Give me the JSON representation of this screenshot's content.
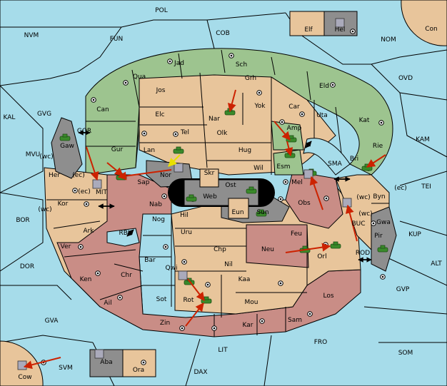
{
  "colors": {
    "sea": "#a6dcea",
    "neutral_land": "#e8c59b",
    "green_power": "#9dc48f",
    "red_power": "#c98d86",
    "grey_power": "#8e8e8e",
    "unit_army": "#3a8a2a",
    "order_arrow": "#cc2200",
    "support_arrow": "#e8e000"
  },
  "sea_labels": [
    "POL",
    "NVM",
    "FUN",
    "COB",
    "NOM",
    "KAL",
    "GVG",
    "OVD",
    "KAM",
    "MVU",
    "TEI",
    "BOR",
    "KUP",
    "DOR",
    "ALT",
    "GVP",
    "GVA",
    "FRO",
    "SOM",
    "LIT",
    "SVM",
    "DAX",
    "MIT",
    "RBU",
    "SMA",
    "GOR",
    "BUC",
    "ROD"
  ],
  "land_labels": [
    "Elf",
    "Hel",
    "Con",
    "Jad",
    "Sch",
    "Qua",
    "Jos",
    "Grh",
    "Eld",
    "Can",
    "Elc",
    "Nar",
    "Yok",
    "Car",
    "Uta",
    "Kat",
    "Gaw",
    "Tel",
    "Olk",
    "Amp",
    "Gur",
    "Lan",
    "Hug",
    "Esm",
    "Rie",
    "Bri",
    "Nor",
    "Sap",
    "Skr",
    "Ost",
    "Wil",
    "Mel",
    "Her",
    "Kor",
    "Nab",
    "Web",
    "Obs",
    "Byn",
    "Gwa",
    "Hil",
    "Eun",
    "Sun",
    "Ark",
    "Nog",
    "Uru",
    "Feu",
    "Pir",
    "Ver",
    "Bar",
    "Chp",
    "Neu",
    "Orl",
    "Qwi",
    "Nil",
    "Ken",
    "Chr",
    "Kaa",
    "Los",
    "Ail",
    "Sot",
    "Rot",
    "Mou",
    "Zin",
    "Kar",
    "Sam",
    "Ora",
    "Aba",
    "Cow"
  ],
  "coast_labels": [
    "(wc)",
    "(ec)",
    "(ec)",
    "(wc)",
    "(wc)",
    "(ec)",
    "(wc)"
  ]
}
